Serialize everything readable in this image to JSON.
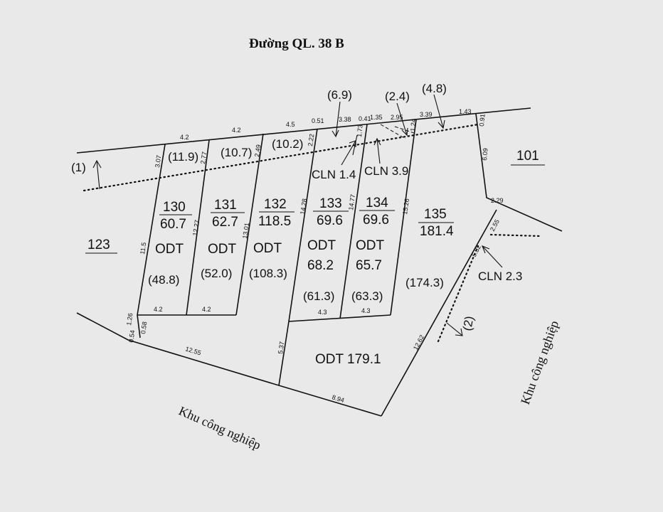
{
  "road_label": "Đường QL. 38 B",
  "industrial_zone_bottom": "Khu công nghiệp",
  "industrial_zone_right": "Khu công nghiệp",
  "neighbors": {
    "left": "123",
    "right": "101"
  },
  "parcels": [
    {
      "number": "130",
      "area": "60.7",
      "use": "ODT",
      "sub_area": "(48.8)",
      "strip_area": "(11.9)"
    },
    {
      "number": "131",
      "area": "62.7",
      "use": "ODT",
      "sub_area": "(52.0)",
      "strip_area": "(10.7)"
    },
    {
      "number": "132",
      "area": "118.5",
      "use": "ODT",
      "sub_area": "(108.3)",
      "strip_area": "(10.2)"
    },
    {
      "number": "133",
      "area": "69.6",
      "use": "ODT",
      "use_area": "68.2",
      "sub_area": "(61.3)",
      "cln": "CLN 1.4"
    },
    {
      "number": "134",
      "area": "69.6",
      "use": "ODT",
      "use_area": "65.7",
      "sub_area": "(63.3)",
      "cln": "CLN 3.9"
    },
    {
      "number": "135",
      "area": "181.4",
      "sub_area": "(174.3)",
      "cln": "CLN 2.3",
      "use_label": "ODT 179.1"
    }
  ],
  "top_annotations": [
    "(6.9)",
    "(2.4)",
    "(4.8)"
  ],
  "markers": [
    "(1)",
    "(2)"
  ],
  "dimensions": {
    "top": [
      "4.2",
      "4.2",
      "4.5",
      "0.51",
      "3.38",
      "0.41",
      "1.35",
      "2.95",
      "3.39",
      "1.43",
      "1.73",
      "1.24",
      "0.91"
    ],
    "sides": [
      "3.07",
      "2.77",
      "2.49",
      "2.22",
      "11.5",
      "12.27",
      "13.01",
      "14.28",
      "14.77",
      "15.26",
      "6.09",
      "2.29",
      "2.55",
      "5.37"
    ],
    "bottom": [
      "4.2",
      "4.2",
      "4.3",
      "4.3",
      "12.55",
      "8.94",
      "12.62",
      "5.37",
      "1.26",
      "0.58",
      "0.54"
    ]
  }
}
